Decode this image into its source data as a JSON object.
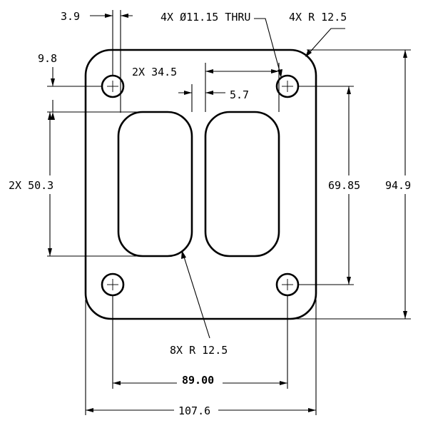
{
  "drawing": {
    "title": "",
    "dimensions": {
      "hole_callout": "4X Ø11.15 THRU",
      "corner_radius": "4X  R 12.5",
      "port_radius": "8X  R 12.5",
      "hole_edge_offset_x": "3.9",
      "hole_edge_offset_y": "9.8",
      "port_spacing": "2X  34.5",
      "port_gap": "5.7",
      "port_height": "2X  50.3",
      "hole_spacing_y": "69.85",
      "overall_height": "94.9",
      "hole_spacing_x": "89.00",
      "overall_width": "107.6"
    },
    "colors": {
      "line": "#000000",
      "background": "#ffffff"
    }
  }
}
